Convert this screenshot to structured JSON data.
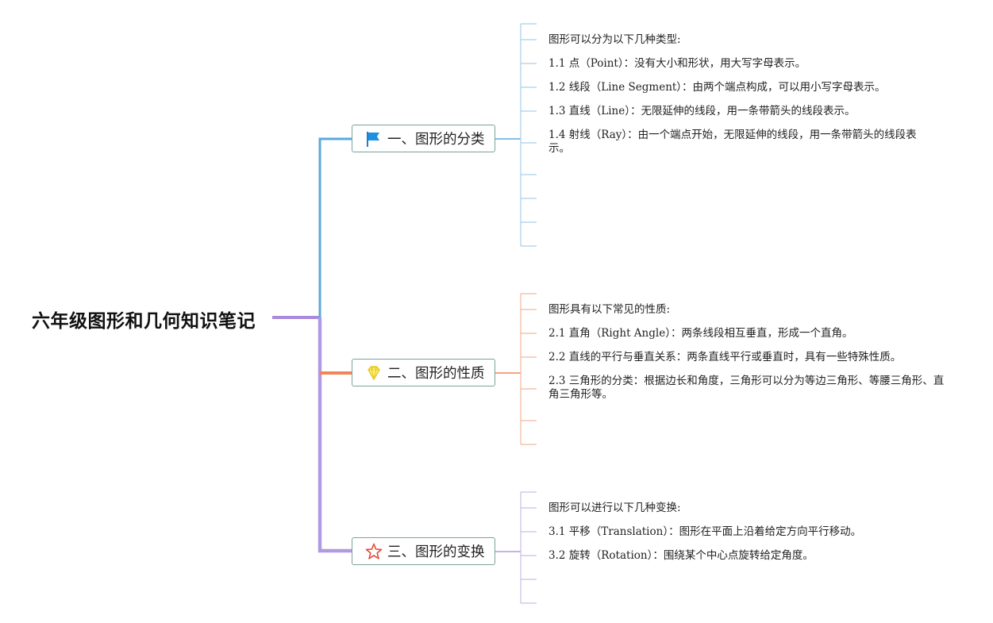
{
  "root": {
    "title": "六年级图形和几何知识笔记"
  },
  "colors": {
    "root_line": "#a98bdc",
    "branch1": "#5aa9dd",
    "branch2": "#f0855a",
    "branch3": "#b09ae0",
    "leaf1": "#a9cfe8",
    "leaf2": "#f2b89e",
    "leaf3": "#c9bde8"
  },
  "branches": [
    {
      "label": "一、图形的分类",
      "icon": "flag-icon",
      "leaves": [
        "图形可以分为以下几种类型:",
        "1.1 点（Point）：没有大小和形状，用大写字母表示。",
        "1.2 线段（Line Segment）：由两个端点构成，可以用小写字母表示。",
        "1.3 直线（Line）：无限延伸的线段，用一条带箭头的线段表示。",
        "1.4 射线（Ray）：由一个端点开始，无限延伸的线段，用一条带箭头的线段表示。"
      ]
    },
    {
      "label": "二、图形的性质",
      "icon": "diamond-icon",
      "leaves": [
        "图形具有以下常见的性质:",
        "2.1 直角（Right Angle）：两条线段相互垂直，形成一个直角。",
        "2.2 直线的平行与垂直关系：两条直线平行或垂直时，具有一些特殊性质。",
        "2.3 三角形的分类：根据边长和角度，三角形可以分为等边三角形、等腰三角形、直角三角形等。"
      ]
    },
    {
      "label": "三、图形的变换",
      "icon": "star-icon",
      "leaves": [
        "图形可以进行以下几种变换:",
        "3.1 平移（Translation）：图形在平面上沿着给定方向平行移动。",
        "3.2 旋转（Rotation）：围绕某个中心点旋转给定角度。"
      ]
    }
  ]
}
